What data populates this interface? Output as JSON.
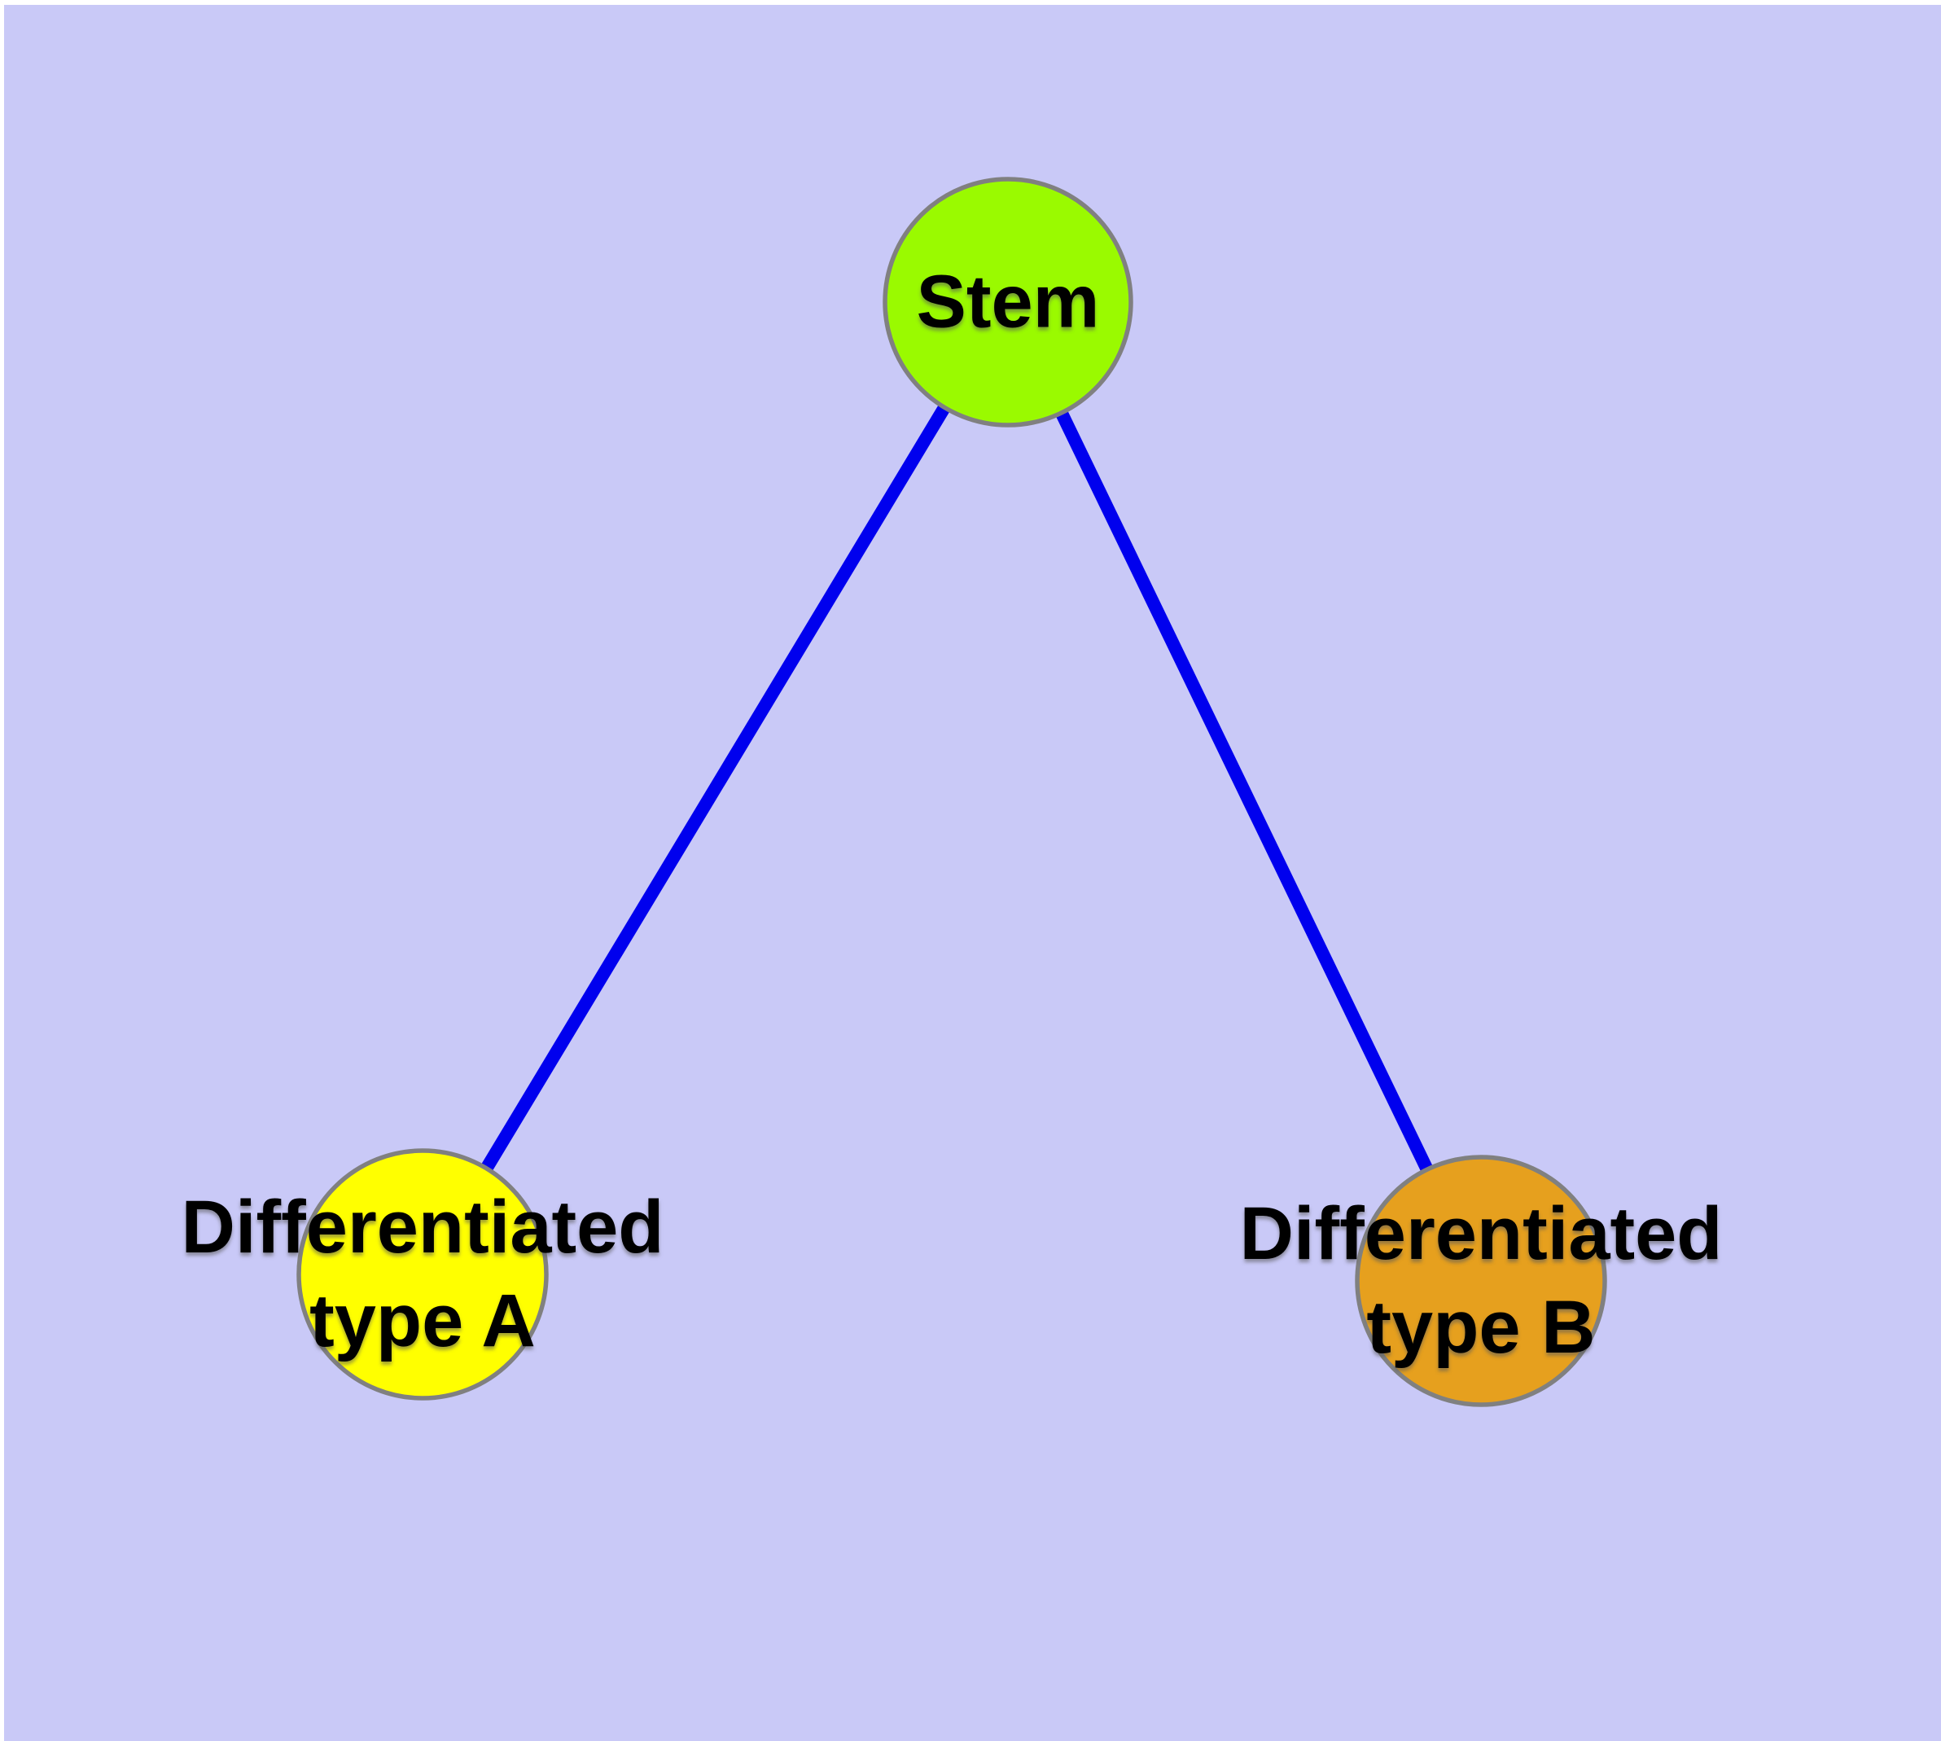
{
  "diagram": {
    "type": "node-link-graph",
    "background_color": "#C9C9F7",
    "frame_color": "#FFFFFF",
    "edge_color": "#0000EE",
    "node_border_color": "#808080",
    "label_color": "#000000",
    "nodes": [
      {
        "id": "stem",
        "label": "Stem",
        "color": "#9AFA00"
      },
      {
        "id": "type-a",
        "label": "Differentiated\ntype A",
        "color": "#FFFF00"
      },
      {
        "id": "type-b",
        "label": "Differentiated\ntype B",
        "color": "#E6A01E"
      }
    ],
    "edges": [
      {
        "from": "stem",
        "to": "type-a"
      },
      {
        "from": "stem",
        "to": "type-b"
      }
    ]
  }
}
